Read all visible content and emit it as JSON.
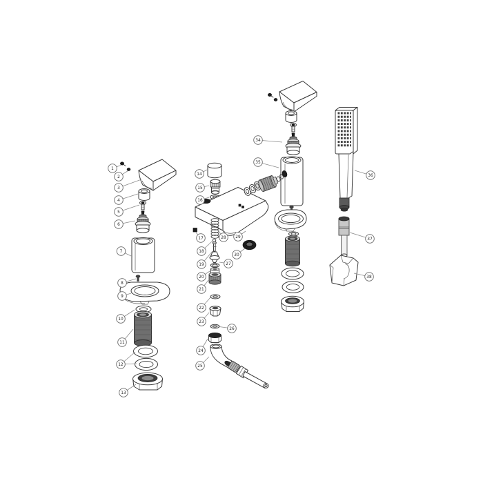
{
  "page": {
    "background": "#ffffff"
  },
  "diagram": {
    "kind": "exploded-parts-diagram",
    "colors": {
      "line": "#3a3a3a",
      "leader": "#8a8a8a",
      "callout_ring": "#6a6a6a",
      "callout_fill": "#ffffff",
      "callout_text": "#222222",
      "dark_fill": "#1e1e1e",
      "metal_fill": "#6f6f6f"
    },
    "callouts": [
      {
        "n": "1",
        "part": "handle-screw",
        "c": [
          163,
          244
        ],
        "leaders": [
          [
            175,
            239.5
          ]
        ]
      },
      {
        "n": "2",
        "part": "grub-screw",
        "c": [
          172,
          256
        ],
        "leaders": [
          [
            185.5,
            247.5
          ]
        ]
      },
      {
        "n": "3",
        "part": "lever-handle",
        "c": [
          172,
          272
        ],
        "leaders": [
          [
            205,
            260
          ]
        ]
      },
      {
        "n": "4",
        "part": "handle-cap",
        "c": [
          172,
          290
        ],
        "leaders": [
          [
            200,
            281
          ]
        ]
      },
      {
        "n": "5",
        "part": "cartridge-screw",
        "c": [
          172,
          307
        ],
        "leaders": [
          [
            202,
            297
          ]
        ]
      },
      {
        "n": "6",
        "part": "cartridge",
        "c": [
          172,
          325
        ],
        "leaders": [
          [
            196,
            320
          ]
        ]
      },
      {
        "n": "7",
        "part": "valve-column",
        "c": [
          175.5,
          364
        ],
        "leaders": [
          [
            192,
            372
          ]
        ]
      },
      {
        "n": "8",
        "part": "fixing-screw",
        "c": [
          177,
          410
        ],
        "leaders": [
          [
            197,
            404
          ]
        ]
      },
      {
        "n": "9",
        "part": "base-plate",
        "c": [
          177,
          429
        ],
        "leaders": [
          [
            190,
            425
          ]
        ]
      },
      {
        "n": "10",
        "part": "washer",
        "c": [
          175,
          462
        ],
        "leaders": [
          [
            195,
            449
          ]
        ]
      },
      {
        "n": "11",
        "part": "threaded-shank",
        "c": [
          177,
          496
        ],
        "leaders": [
          [
            193,
            477
          ]
        ]
      },
      {
        "n": "12",
        "part": "sealing-washers",
        "c": [
          175,
          528
        ],
        "leaders": [
          [
            196,
            510
          ],
          [
            198,
            527
          ]
        ]
      },
      {
        "n": "13",
        "part": "backnut",
        "c": [
          179,
          569
        ],
        "leaders": [
          [
            197,
            557
          ]
        ]
      },
      {
        "n": "14",
        "part": "diverter-cap",
        "c": [
          289,
          252
        ],
        "leaders": [
          [
            300,
            246
          ]
        ]
      },
      {
        "n": "15",
        "part": "diverter-knob",
        "c": [
          290,
          272
        ],
        "leaders": [
          [
            303,
            269
          ]
        ]
      },
      {
        "n": "16",
        "part": "washer",
        "c": [
          290,
          290
        ],
        "leaders": [
          [
            303,
            286
          ]
        ]
      },
      {
        "n": "17",
        "part": "grub-screw",
        "c": [
          291,
          345
        ],
        "leaders": [
          [
            284,
            337
          ]
        ]
      },
      {
        "n": "18",
        "part": "diverter-pin",
        "c": [
          292,
          364
        ],
        "leaders": [
          [
            307,
            350
          ]
        ]
      },
      {
        "n": "19",
        "part": "diverter-rod",
        "c": [
          292,
          383
        ],
        "leaders": [
          [
            308,
            364
          ]
        ]
      },
      {
        "n": "20",
        "part": "seal-cup",
        "c": [
          292,
          401
        ],
        "leaders": [
          [
            304,
            393
          ]
        ]
      },
      {
        "n": "21",
        "part": "diverter-housing",
        "c": [
          292,
          419
        ],
        "leaders": [
          [
            302,
            406
          ]
        ]
      },
      {
        "n": "22",
        "part": "washer",
        "c": [
          292,
          446
        ],
        "leaders": [
          [
            305,
            431
          ]
        ]
      },
      {
        "n": "23",
        "part": "outlet-nut",
        "c": [
          292,
          466
        ],
        "leaders": [
          [
            303,
            453
          ]
        ]
      },
      {
        "n": "24",
        "part": "blanking-cap",
        "c": [
          291,
          508
        ],
        "leaders": [
          [
            301,
            491
          ]
        ]
      },
      {
        "n": "25",
        "part": "elbow-connector",
        "c": [
          290,
          530
        ],
        "leaders": [
          [
            303,
            517
          ]
        ]
      },
      {
        "n": "26",
        "part": "washer",
        "c": [
          336,
          476
        ],
        "leaders": [
          [
            318,
            473.5
          ]
        ]
      },
      {
        "n": "27",
        "part": "o-ring",
        "c": [
          331,
          382
        ],
        "leaders": [
          [
            318,
            380
          ]
        ]
      },
      {
        "n": "28",
        "part": "spring",
        "c": [
          324,
          344
        ],
        "leaders": [
          [
            316,
            334
          ]
        ]
      },
      {
        "n": "29",
        "part": "spout-body",
        "c": [
          345,
          343
        ],
        "leaders": [
          [
            356,
            335
          ]
        ]
      },
      {
        "n": "30",
        "part": "rubber-ring",
        "c": [
          343,
          369
        ],
        "leaders": [
          [
            355,
            360
          ]
        ]
      },
      {
        "n": "34",
        "part": "cartridge-right",
        "c": [
          374,
          203
        ],
        "leaders": [
          [
            409,
            206
          ]
        ]
      },
      {
        "n": "35",
        "part": "valve-column-right",
        "c": [
          374,
          235
        ],
        "leaders": [
          [
            404,
            243
          ]
        ]
      },
      {
        "n": "36",
        "part": "shower-handset",
        "c": [
          537,
          254
        ],
        "leaders": [
          [
            514,
            247
          ]
        ]
      },
      {
        "n": "37",
        "part": "hose-connector",
        "c": [
          536,
          346
        ],
        "leaders": [
          [
            507,
            337
          ]
        ]
      },
      {
        "n": "38",
        "part": "wall-bracket",
        "c": [
          535,
          401
        ],
        "leaders": [
          [
            513,
            396
          ]
        ]
      }
    ]
  }
}
